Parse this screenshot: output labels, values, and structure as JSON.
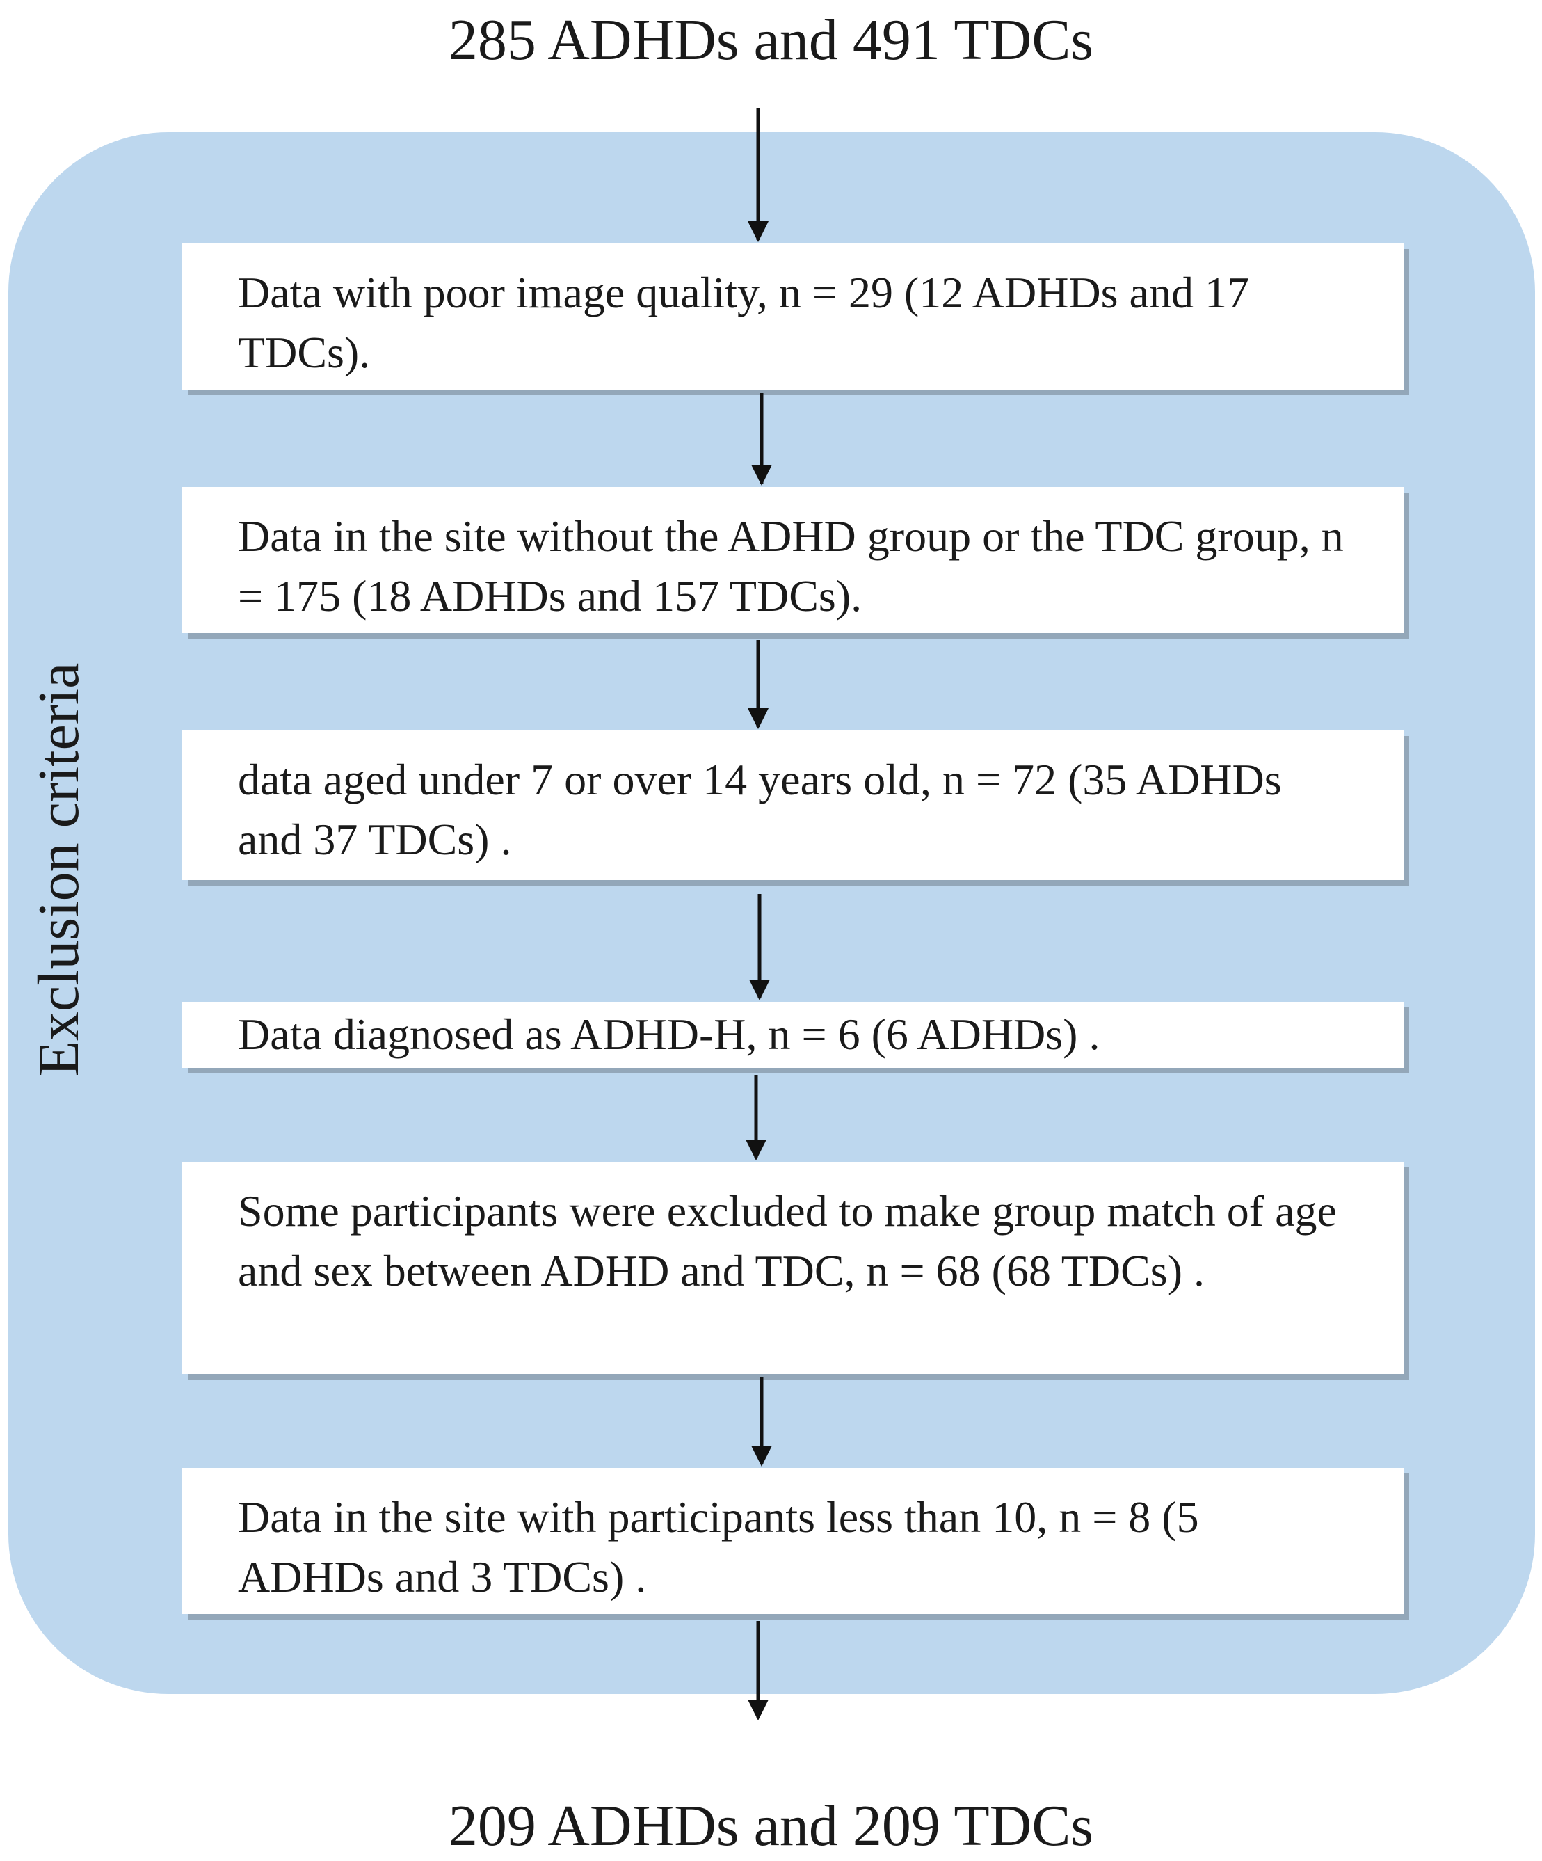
{
  "header": {
    "title": "285 ADHDs and 491 TDCs"
  },
  "panel": {
    "label": "Exclusion criteria"
  },
  "steps": [
    "Data with poor image quality, n = 29 (12 ADHDs and 17 TDCs).",
    "Data in the site without the ADHD group or the TDC group, n = 175 (18 ADHDs and 157 TDCs).",
    "data aged under 7 or over 14 years old, n = 72 (35 ADHDs and 37 TDCs) .",
    "Data diagnosed as ADHD-H, n = 6 (6 ADHDs) .",
    "Some participants were excluded to make group match of age and sex between ADHD and TDC, n = 68 (68 TDCs) .",
    "Data in the site with participants less than 10, n = 8 (5 ADHDs and 3 TDCs) ."
  ],
  "footer": {
    "result": "209 ADHDs and 209 TDCs"
  },
  "colors": {
    "panel": "#bdd7ee",
    "box": "#ffffff",
    "arrow": "#111111"
  }
}
